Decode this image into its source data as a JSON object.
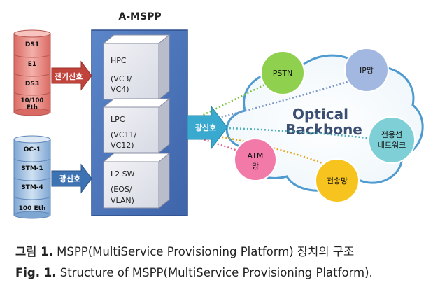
{
  "title": "A-MSPP",
  "electrical_stack": [
    "DS1",
    "E1",
    "DS3",
    "10/100\nEth"
  ],
  "optical_stack": [
    "OC-1",
    "STM-1",
    "STM-4",
    "100 Eth"
  ],
  "arrow_electrical": "전기신호",
  "arrow_optical_in": "광신호",
  "arrow_optical_out": "광신호",
  "modules": [
    {
      "line1": "HPC",
      "line2": "(VC3/",
      "line3": "VC4)"
    },
    {
      "line1": "LPC",
      "line2": "(VC11/",
      "line3": "VC12)"
    },
    {
      "line1": "L2 SW",
      "line2": "(EOS/",
      "line3": "VLAN)"
    }
  ],
  "cloud_text_1": "Optical",
  "cloud_text_2": "Backbone",
  "nodes": [
    {
      "label": "PSTN",
      "color": "#8fd14f"
    },
    {
      "label": "IP망",
      "color": "#a3b8e0"
    },
    {
      "label": "전용선\n네트워크",
      "color": "#7fd0d6"
    },
    {
      "label": "전송망",
      "color": "#f7c31e"
    },
    {
      "label": "ATM\n망",
      "color": "#f27aa8"
    }
  ],
  "caption": {
    "kr_prefix": "그림 1.",
    "kr_text": " MSPP(MultiService Provisioning Platform) 장치의 구조",
    "en_prefix": "Fig. 1.",
    "en_text": " Structure of MSPP(MultiService Provisioning Platform)."
  },
  "colors": {
    "mspp_box": "#4a72b8",
    "red_stack": "#e58780",
    "blue_stack": "#94b8dc",
    "arrow_red": "#c0433c",
    "arrow_blue": "#3d73b3",
    "arrow_cyan": "#3aa9cf"
  }
}
